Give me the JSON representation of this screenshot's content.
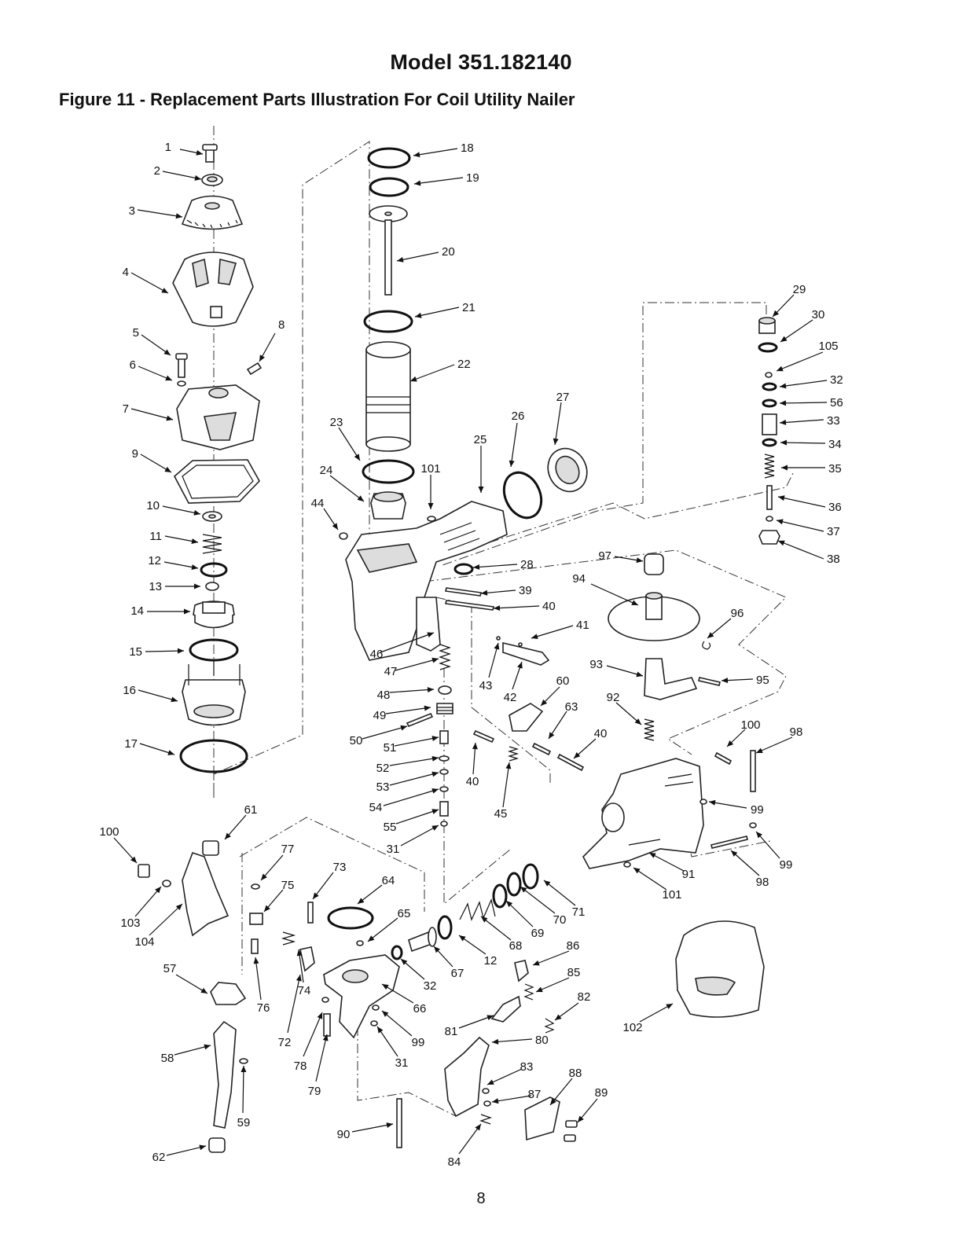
{
  "header": {
    "model": "Model 351.182140",
    "figure_title": "Figure 11 - Replacement Parts Illustration For Coil Utility Nailer"
  },
  "footer": {
    "page_number": "8"
  },
  "callouts": [
    "1",
    "2",
    "3",
    "4",
    "5",
    "6",
    "7",
    "8",
    "9",
    "10",
    "11",
    "12",
    "13",
    "14",
    "15",
    "16",
    "17",
    "18",
    "19",
    "20",
    "21",
    "22",
    "23",
    "24",
    "25",
    "26",
    "27",
    "28",
    "29",
    "30",
    "105",
    "32",
    "56",
    "33",
    "34",
    "35",
    "36",
    "37",
    "38",
    "101",
    "44",
    "39",
    "40",
    "41",
    "97",
    "94",
    "96",
    "46",
    "47",
    "43",
    "42",
    "93",
    "95",
    "48",
    "60",
    "92",
    "49",
    "63",
    "100",
    "98",
    "50",
    "51",
    "40",
    "40",
    "52",
    "53",
    "54",
    "45",
    "99",
    "55",
    "31",
    "61",
    "100",
    "77",
    "73",
    "64",
    "75",
    "65",
    "71",
    "103",
    "104",
    "70",
    "69",
    "12",
    "68",
    "91",
    "101",
    "98",
    "99",
    "86",
    "67",
    "57",
    "74",
    "32",
    "76",
    "85",
    "66",
    "82",
    "102",
    "72",
    "99",
    "81",
    "80",
    "58",
    "78",
    "31",
    "79",
    "83",
    "88",
    "87",
    "89",
    "59",
    "90",
    "84",
    "62"
  ]
}
